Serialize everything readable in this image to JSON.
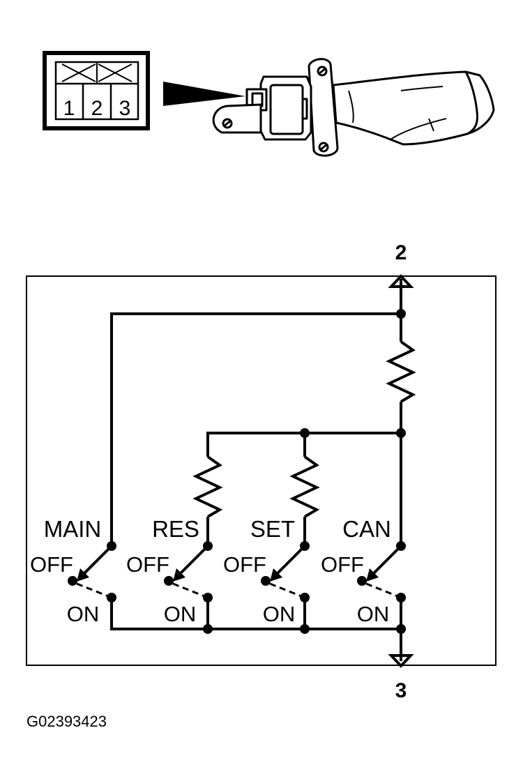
{
  "connector": {
    "pin1": "1",
    "pin2": "2",
    "pin3": "3"
  },
  "terminals": {
    "top": "2",
    "bottom": "3"
  },
  "switches": [
    {
      "name": "MAIN",
      "off": "OFF",
      "on": "ON"
    },
    {
      "name": "RES",
      "off": "OFF",
      "on": "ON"
    },
    {
      "name": "SET",
      "off": "OFF",
      "on": "ON"
    },
    {
      "name": "CAN",
      "off": "OFF",
      "on": "ON"
    }
  ],
  "figure_code": "G02393423"
}
